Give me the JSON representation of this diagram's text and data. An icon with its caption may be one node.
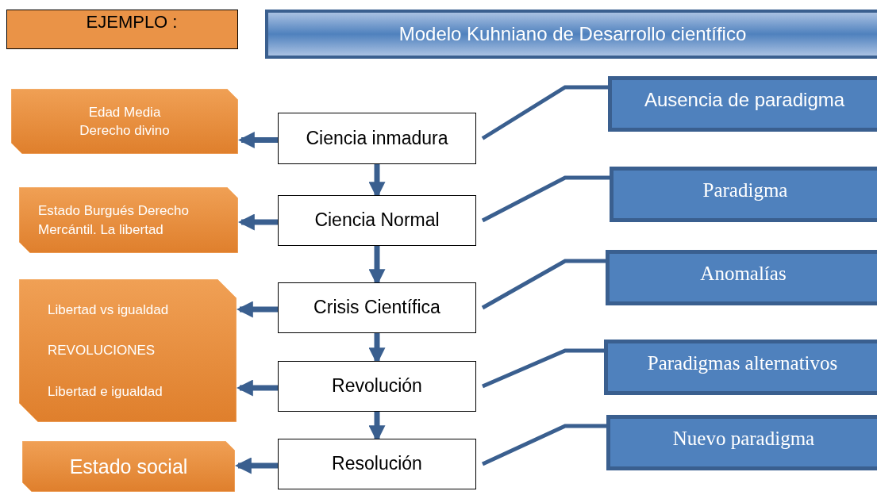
{
  "diagram": {
    "title": "Modelo Kuhniano de Desarrollo científico",
    "nodes": [
      {
        "text": [
          "EJEMPLO :"
        ]
      },
      {
        "text": [
          "Ciencia inmadura"
        ]
      },
      {
        "text": [
          "Ciencia Normal"
        ]
      },
      {
        "text": [
          "Crisis Científica"
        ]
      },
      {
        "text": [
          "Revolución"
        ]
      },
      {
        "text": [
          "Resolución"
        ]
      },
      {
        "text": [
          "Edad Media",
          "Derecho divino"
        ]
      },
      {
        "text": [
          "Estado Burgués Derecho Mercántil. La libertad"
        ]
      },
      {
        "text": [
          "Libertad vs igualdad",
          "REVOLUCIONES",
          "Libertad e igualdad"
        ]
      },
      {
        "text": [
          "Estado social"
        ]
      },
      {
        "text": [
          "Ausencia de paradigma"
        ]
      },
      {
        "text": [
          "Paradigma"
        ]
      },
      {
        "text": [
          "Anomalías"
        ]
      },
      {
        "text": [
          "Paradigmas alternativos"
        ]
      },
      {
        "text": [
          "Nuevo paradigma"
        ]
      }
    ],
    "edges": [
      {
        "from": 1,
        "to": 2,
        "arrow": "to"
      },
      {
        "from": 2,
        "to": 3,
        "arrow": "to"
      },
      {
        "from": 3,
        "to": 4,
        "arrow": "to"
      },
      {
        "from": 4,
        "to": 5,
        "arrow": "to"
      },
      {
        "from": 1,
        "to": 6,
        "arrow": "to"
      },
      {
        "from": 2,
        "to": 7,
        "arrow": "to"
      },
      {
        "from": 3,
        "to": 8,
        "arrow": "to"
      },
      {
        "from": 4,
        "to": 8,
        "arrow": "to"
      },
      {
        "from": 5,
        "to": 9,
        "arrow": "to"
      },
      {
        "from": 1,
        "to": 10,
        "arrow": "none"
      },
      {
        "from": 2,
        "to": 11,
        "arrow": "none"
      },
      {
        "from": 3,
        "to": 12,
        "arrow": "none"
      },
      {
        "from": 4,
        "to": 13,
        "arrow": "none"
      },
      {
        "from": 5,
        "to": 14,
        "arrow": "none"
      }
    ]
  }
}
